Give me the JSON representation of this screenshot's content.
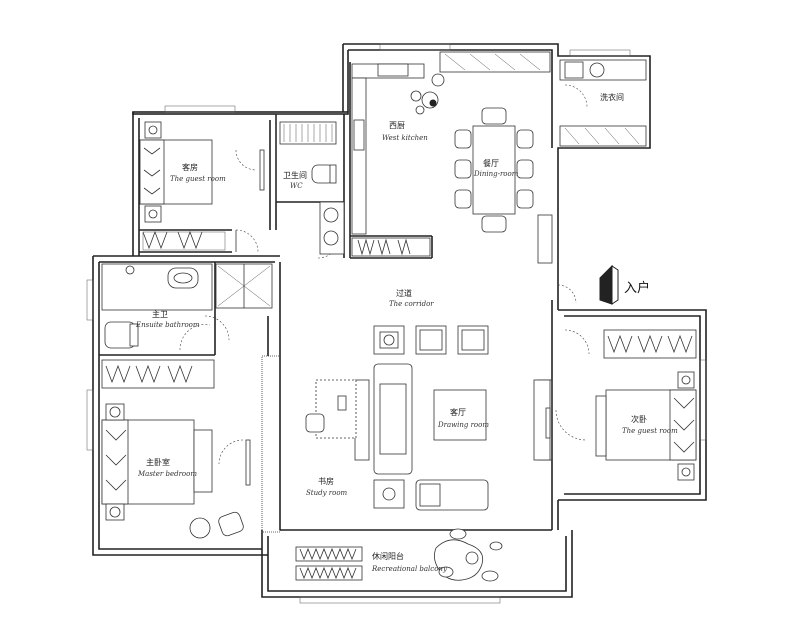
{
  "plan": {
    "rooms": {
      "guest": {
        "cn": "客房",
        "en": "The guest room"
      },
      "wc": {
        "cn": "卫生间",
        "en": "WC"
      },
      "kitchen": {
        "cn": "西厨",
        "en": "West kitchen"
      },
      "dining": {
        "cn": "餐厅",
        "en": "Dining-room"
      },
      "laundry": {
        "cn": "洗衣间",
        "en": ""
      },
      "ensuite": {
        "cn": "主卫",
        "en": "Ensuite bathroom"
      },
      "corridor": {
        "cn": "过道",
        "en": "The corridor"
      },
      "living": {
        "cn": "客厅",
        "en": "Drawing room"
      },
      "second": {
        "cn": "次卧",
        "en": "The guest room"
      },
      "master": {
        "cn": "主卧室",
        "en": "Master bedroom"
      },
      "study": {
        "cn": "书房",
        "en": "Study room"
      },
      "balcony": {
        "cn": "休闲阳台",
        "en": "Recreational balcony"
      }
    },
    "entry": {
      "label": "入户"
    }
  }
}
